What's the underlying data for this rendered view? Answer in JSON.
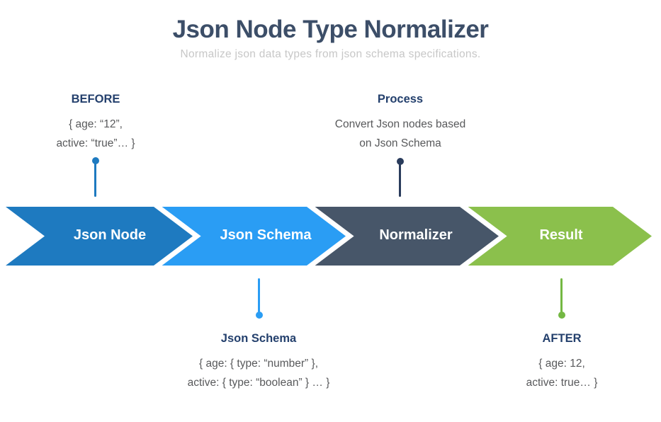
{
  "header": {
    "title": "Json Node Type Normalizer",
    "subtitle": "Normalize json data types from json schema specifications."
  },
  "annotations": {
    "before": {
      "heading": "BEFORE",
      "lines": [
        "{ age: “12”,",
        "active: “true”… }"
      ]
    },
    "process": {
      "heading": "Process",
      "lines": [
        "Convert Json nodes based",
        "on Json Schema"
      ]
    },
    "schema": {
      "heading": "Json Schema",
      "lines": [
        "{ age: { type: “number” },",
        "active: { type: “boolean” } … }"
      ]
    },
    "after": {
      "heading": "AFTER",
      "lines": [
        "{ age: 12,",
        "active: true… }"
      ]
    }
  },
  "flow": {
    "steps": [
      {
        "label": "Json Node"
      },
      {
        "label": "Json Schema"
      },
      {
        "label": "Normalizer"
      },
      {
        "label": "Result"
      }
    ]
  },
  "colors": {
    "title": "#3c4e68",
    "subtitle": "#c7c7c7",
    "heading": "#24406d",
    "body": "#58595b",
    "step1": "#1e7ac0",
    "step2": "#2a9df4",
    "step3": "#475669",
    "step4": "#8bc04c",
    "connector-before": "#1e7ac0",
    "connector-process": "#2a3c5c",
    "connector-schema": "#2a9df4",
    "connector-after": "#74b843"
  }
}
